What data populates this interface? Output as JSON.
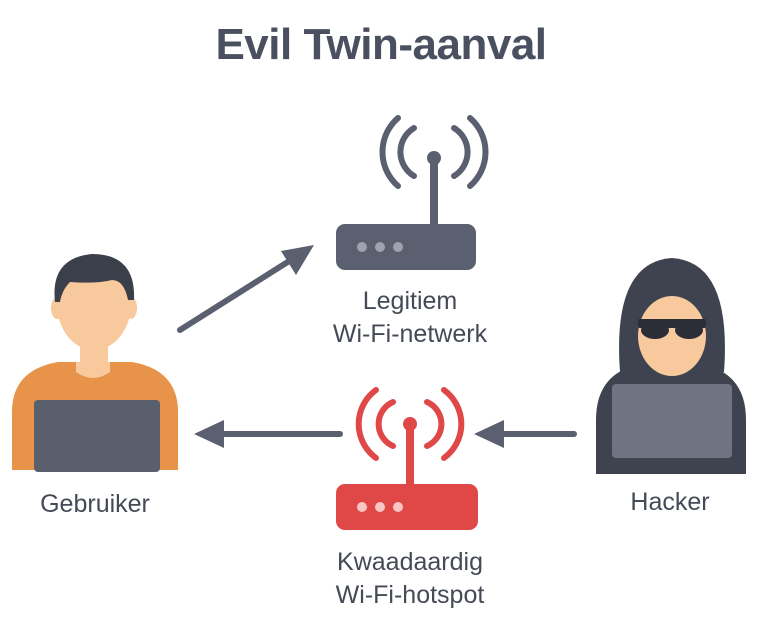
{
  "title": "Evil Twin-aanval",
  "nodes": {
    "legit": {
      "line1": "Legitiem",
      "line2": "Wi-Fi-netwerk"
    },
    "user": {
      "label": "Gebruiker"
    },
    "hacker": {
      "label": "Hacker"
    },
    "rogue": {
      "line1": "Kwaadaardig",
      "line2": "Wi-Fi-hotspot"
    }
  },
  "colors": {
    "text": "#454a57",
    "router_gray": "#5b6070",
    "router_red": "#e04848",
    "skin": "#f7c99c",
    "hair": "#3b3f4a",
    "shirt": "#e8934a",
    "laptop": "#5a5f6e",
    "hood": "#3f4350",
    "hacker_laptop": "#6f7482"
  },
  "icons": [
    "person-icon",
    "router-icon",
    "hacker-icon",
    "arrow-icon"
  ]
}
